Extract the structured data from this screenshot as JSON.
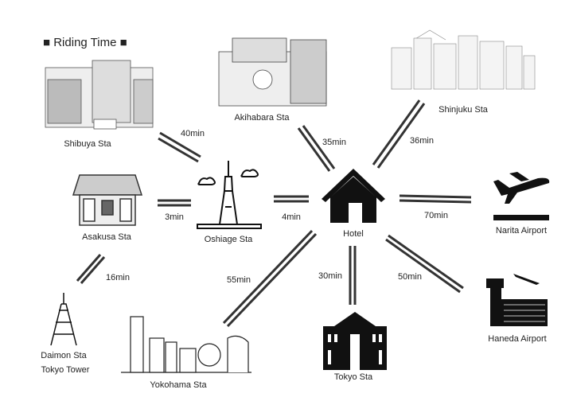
{
  "title": "■ Riding Time ■",
  "places": {
    "shibuya": "Shibuya Sta",
    "akihabara": "Akihabara Sta",
    "shinjuku": "Shinjuku Sta",
    "asakusa": "Asakusa Sta",
    "oshiage": "Oshiage Sta",
    "hotel": "Hotel",
    "narita": "Narita Airport",
    "haneda": "Haneda Airport",
    "tokyo": "Tokyo Sta",
    "yokohama": "Yokohama Sta",
    "daimon": "Daimon Sta",
    "tokyo_tower": "Tokyo Tower"
  },
  "times": {
    "shibuya_oshiage": "40min",
    "asakusa_oshiage": "3min",
    "oshiage_hotel": "4min",
    "akihabara_hotel": "35min",
    "shinjuku_hotel": "36min",
    "hotel_narita": "70min",
    "hotel_tokyo": "30min",
    "hotel_haneda": "50min",
    "hotel_yokohama": "55min",
    "asakusa_daimon": "16min"
  }
}
